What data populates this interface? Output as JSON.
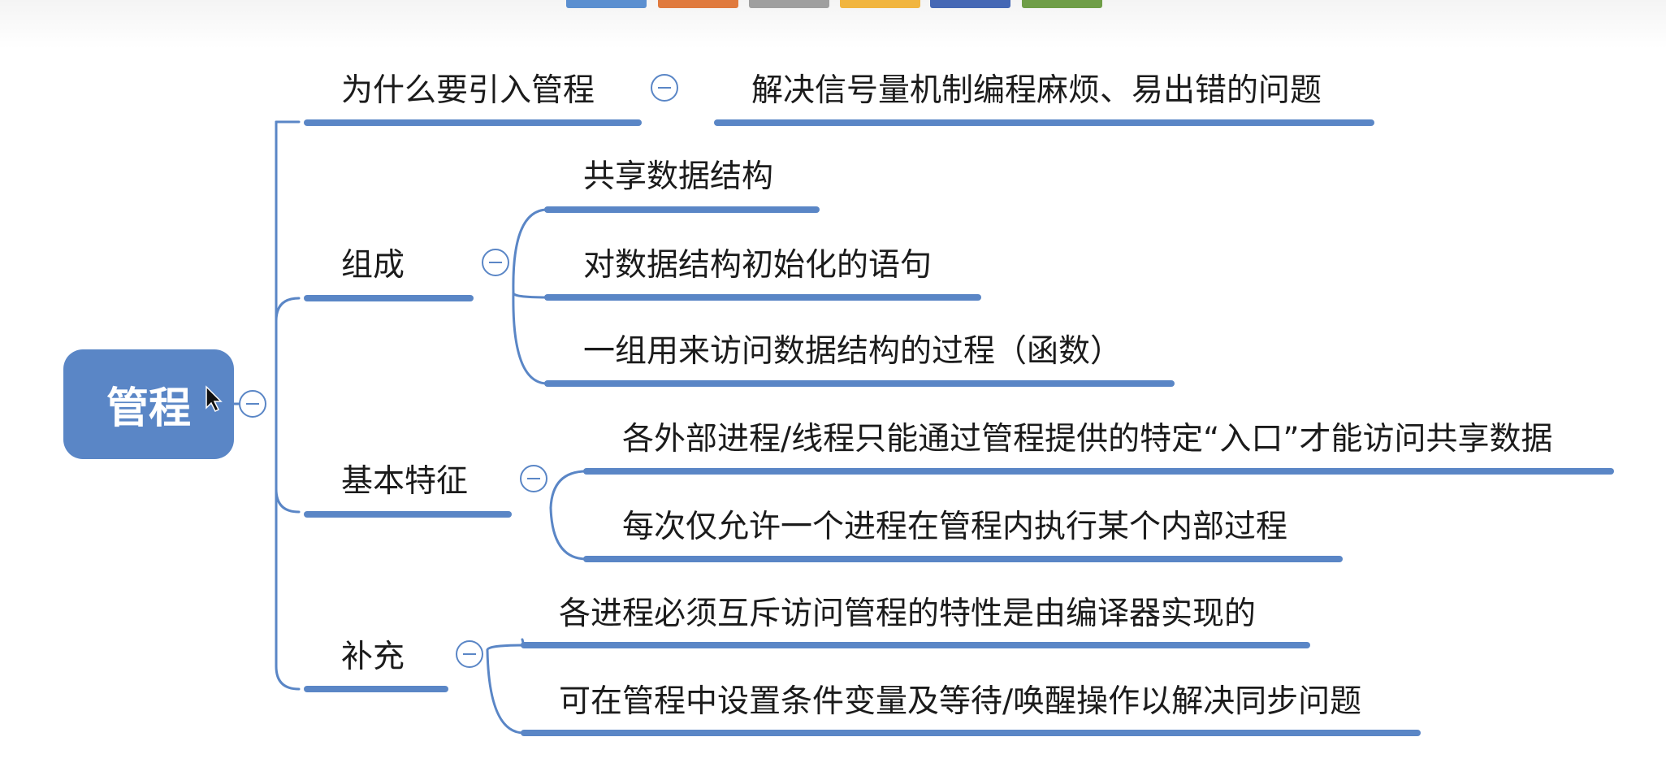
{
  "colors": {
    "accent": "#5a86c6",
    "toolbar_swatches": [
      "#5b8fd0",
      "#e07a3e",
      "#9f9f9f",
      "#f1b53f",
      "#4568b5",
      "#6f9e47"
    ]
  },
  "mindmap": {
    "root": "管程",
    "branches": [
      {
        "label": "为什么要引入管程",
        "children": [
          "解决信号量机制编程麻烦、易出错的问题"
        ]
      },
      {
        "label": "组成",
        "children": [
          "共享数据结构",
          "对数据结构初始化的语句",
          "一组用来访问数据结构的过程（函数）"
        ]
      },
      {
        "label": "基本特征",
        "children": [
          "各外部进程/线程只能通过管程提供的特定“入口”才能访问共享数据",
          "每次仅允许一个进程在管程内执行某个内部过程"
        ]
      },
      {
        "label": "补充",
        "children": [
          "各进程必须互斥访问管程的特性是由编译器实现的",
          "可在管程中设置条件变量及等待/唤醒操作以解决同步问题"
        ]
      }
    ]
  }
}
